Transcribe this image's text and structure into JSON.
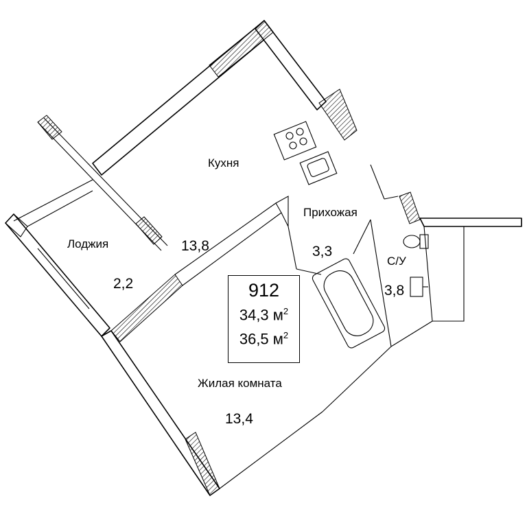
{
  "apartment": {
    "number": "912",
    "total_area": "34,3 м",
    "total_area_with_loggia": "36,5 м",
    "area_unit_power": "2"
  },
  "rooms": {
    "kitchen": {
      "label": "Кухня",
      "area": "13,8"
    },
    "loggia": {
      "label": "Лоджия",
      "area": "2,2"
    },
    "hallway": {
      "label": "Прихожая",
      "area": "3,3"
    },
    "bathroom": {
      "label": "С/У",
      "area": "3,8"
    },
    "living_room": {
      "label": "Жилая комната",
      "area": "13,4"
    }
  },
  "icons": [
    "stove-icon",
    "sink-icon",
    "toilet-icon",
    "washbasin-icon",
    "bathtub-icon"
  ],
  "colors": {
    "line": "#000000",
    "background": "#ffffff"
  }
}
